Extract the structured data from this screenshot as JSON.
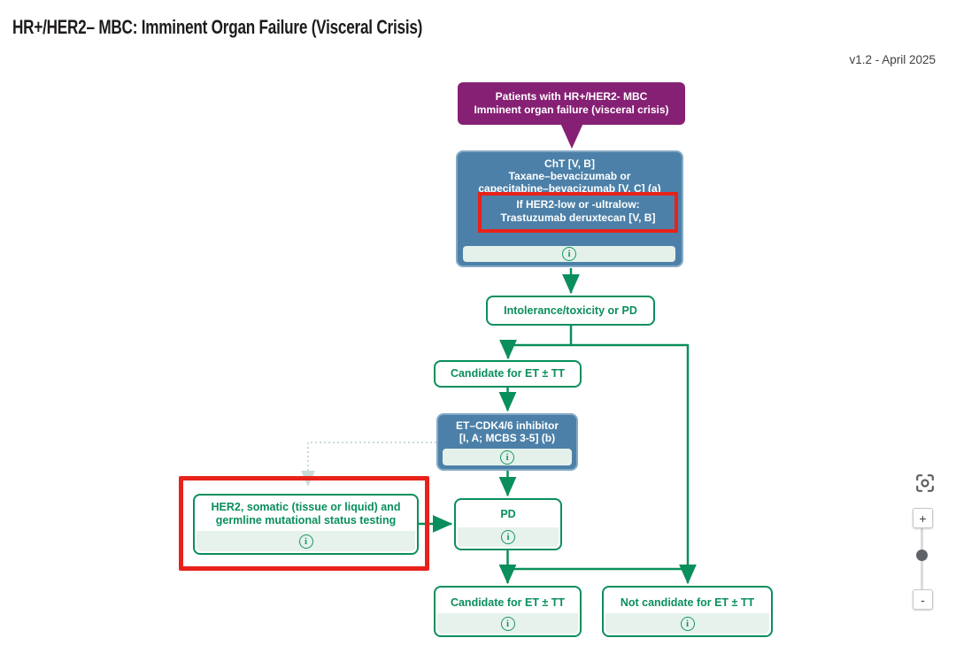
{
  "header": {
    "title": "HR+/HER2– MBC: Imminent Organ Failure (Visceral Crisis)",
    "version": "v1.2 - April 2025"
  },
  "colors": {
    "node_purple": "#862074",
    "node_blue": "#4c80a8",
    "outline_green": "#0a8f5c",
    "band_light_green": "#e4f1ea",
    "highlight_red": "#e8221a",
    "dashed_line": "#c9dcd4"
  },
  "nodes": {
    "patients": {
      "line1": "Patients with HR+/HER2- MBC",
      "line2": "Imminent organ failure (visceral crisis)"
    },
    "cht": {
      "line1": "ChT [V, B]",
      "line2": "Taxane–bevacizumab or",
      "line3": "capecitabine–bevacizumab [V, C] (a)",
      "highlight_line1": "If HER2-low or -ultralow:",
      "highlight_line2": "Trastuzumab deruxtecan [V, B]"
    },
    "intolerance": {
      "label": "Intolerance/toxicity or PD"
    },
    "candidate_top": {
      "label": "Candidate for ET ± TT"
    },
    "et_cdk46": {
      "line1": "ET–CDK4/6 inhibitor",
      "line2": "[I, A; MCBS 3-5] (b)"
    },
    "her2_testing": {
      "line1": "HER2, somatic (tissue or liquid) and",
      "line2": "germline mutational status testing"
    },
    "pd": {
      "label": "PD"
    },
    "candidate_bottom": {
      "label": "Candidate for ET ± TT"
    },
    "not_candidate": {
      "label": "Not candidate for ET ± TT"
    }
  },
  "icons": {
    "info": "i"
  },
  "zoom_controls": {
    "zoom_in": "+",
    "zoom_out": "-"
  }
}
